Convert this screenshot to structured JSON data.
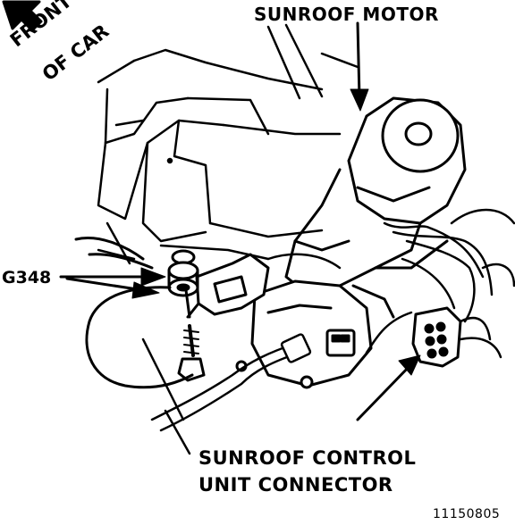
{
  "labels": {
    "front_line1": "FRONT",
    "front_line2": "OF CAR",
    "motor": "SUNROOF MOTOR",
    "ground": "G348",
    "connector_line1": "SUNROOF CONTROL",
    "connector_line2": "UNIT CONNECTOR",
    "figure_code": "11150805"
  },
  "colors": {
    "ink": "#000000",
    "paper": "#ffffff"
  }
}
